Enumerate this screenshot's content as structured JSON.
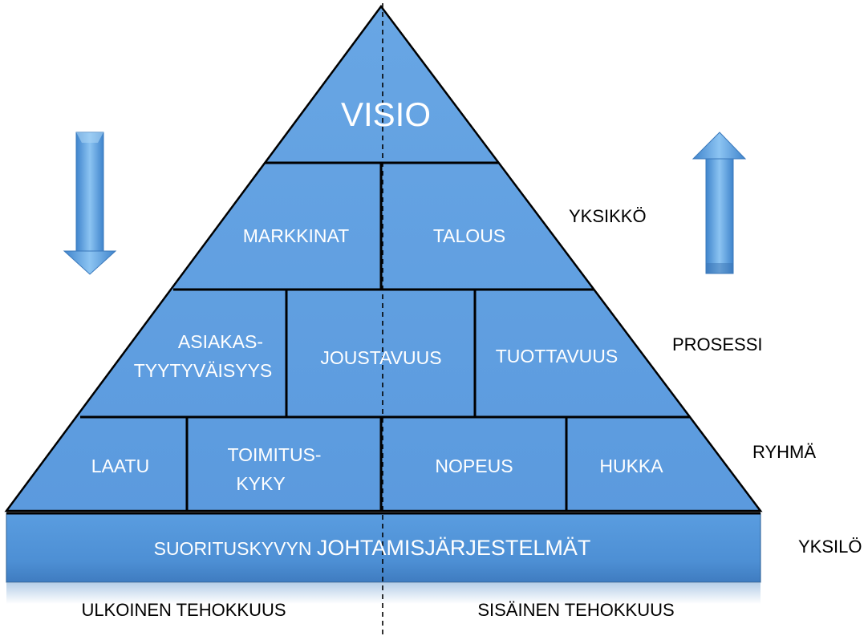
{
  "pyramid": {
    "apex": "VISIO",
    "row1": [
      "MARKKINAT",
      "TALOUS"
    ],
    "row2": {
      "asiakas_line1": "ASIAKAS-",
      "asiakas_line2": "TYYTYVÄISYYS",
      "joustavuus": "JOUSTAVUUS",
      "tuottavuus": "TUOTTAVUUS"
    },
    "row3": {
      "laatu": "LAATU",
      "toimitus_line1": "TOIMITUS-",
      "toimitus_line2": "KYKY",
      "nopeus": "NOPEUS",
      "hukka": "HUKKA"
    },
    "base": {
      "prefix": "SUORITUSKYVYN ",
      "main": "JOHTAMISJÄRJESTELMÄT"
    }
  },
  "levels": [
    "YKSIKKÖ",
    "PROSESSI",
    "RYHMÄ",
    "YKSILÖ"
  ],
  "bottom": {
    "left": "ULKOINEN TEHOKKUUS",
    "right": "SISÄINEN TEHOKKUUS"
  },
  "colors": {
    "fill": "#5f9fe0",
    "fill_dark": "#3f7fc4",
    "base_fill": "#4f93d8",
    "lines": "#000000",
    "arrow": "#5aa0e0"
  },
  "icons": {
    "left_arrow": "arrow-down-icon",
    "right_arrow": "arrow-up-icon"
  }
}
